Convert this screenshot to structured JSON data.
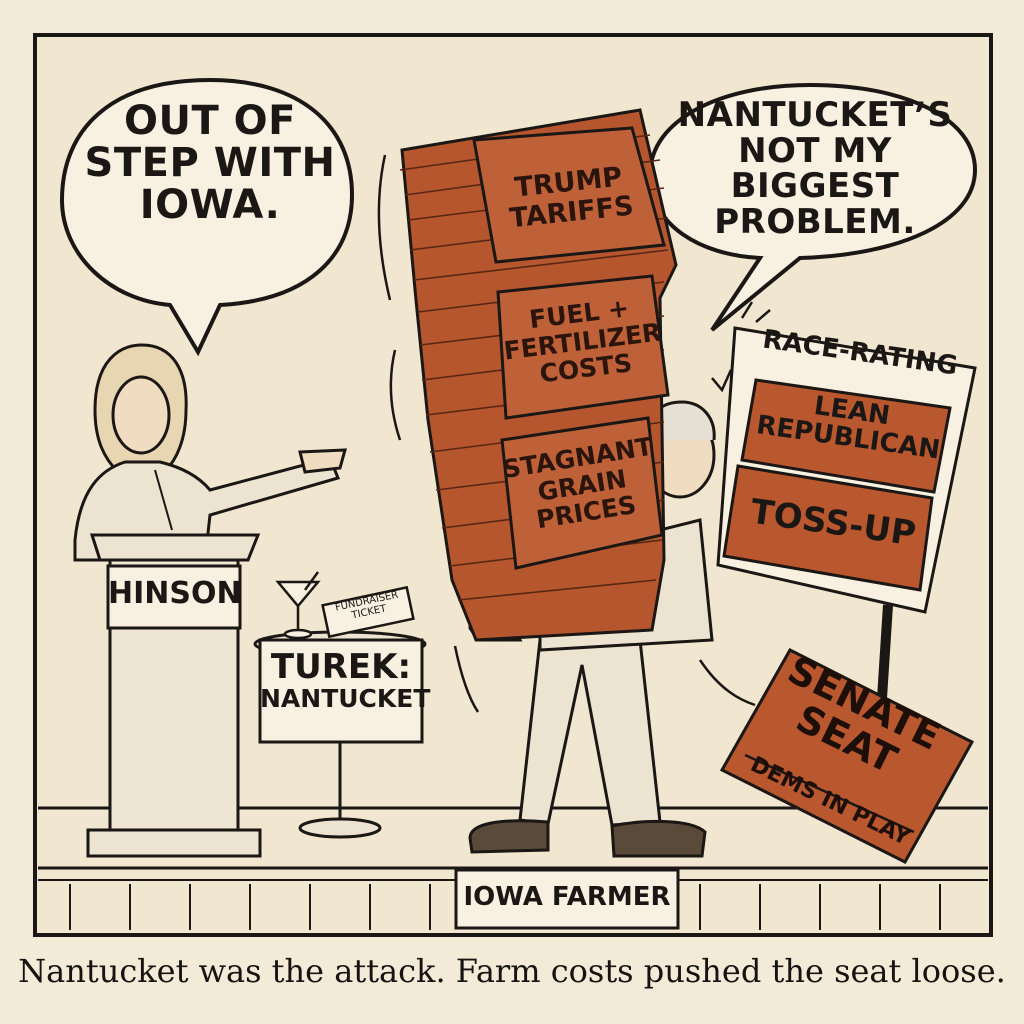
{
  "panel": {
    "speech_left": [
      "OUT OF",
      "STEP WITH",
      "IOWA."
    ],
    "speech_right": [
      "NANTUCKET’S",
      "NOT MY BIGGEST",
      "PROBLEM."
    ],
    "podium_label": "HINSON",
    "table_sign": [
      "TUREK:",
      "NANTUCKET"
    ],
    "ticket": [
      "FUNDRAISER",
      "TICKET"
    ],
    "papers": [
      [
        "TRUMP",
        "TARIFFS"
      ],
      [
        "FUEL +",
        "FERTILIZER",
        "COSTS"
      ],
      [
        "STAGNANT",
        "GRAIN",
        "PRICES"
      ]
    ],
    "race_rating": {
      "title": "RACE-RATING",
      "upper": [
        "LEAN",
        "REPUBLICAN"
      ],
      "lower": "TOSS-UP"
    },
    "senate_sign": {
      "title": [
        "SENATE",
        "SEAT"
      ],
      "subtitle": "DEMS IN PLAY"
    },
    "stage_label": "IOWA FARMER"
  },
  "caption": "Nantucket was the attack. Farm costs pushed the seat loose.",
  "colors": {
    "background": "#f3ead8",
    "ink": "#1a1714",
    "paper_rust": "#b5562e",
    "sign_rust": "#b9572f"
  }
}
